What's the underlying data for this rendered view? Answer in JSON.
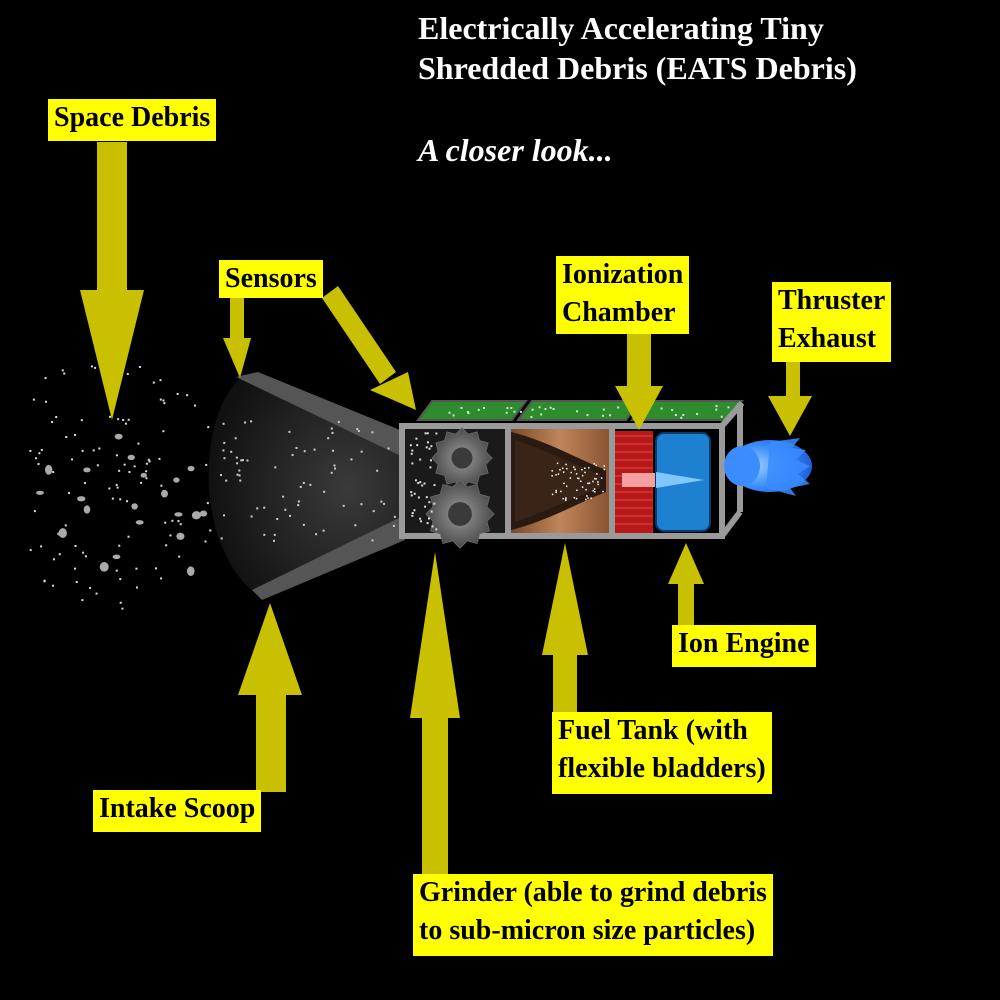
{
  "title": {
    "line1": "Electrically Accelerating Tiny",
    "line2": "Shredded Debris (EATS Debris)"
  },
  "subtitle": "A closer look...",
  "labels": {
    "space_debris": "Space Debris",
    "sensors": "Sensors",
    "ionization_chamber": {
      "line1": "Ionization",
      "line2": "Chamber"
    },
    "thruster_exhaust": {
      "line1": "Thruster",
      "line2": "Exhaust"
    },
    "ion_engine": "Ion Engine",
    "fuel_tank": {
      "line1": "Fuel Tank (with",
      "line2": "flexible bladders)"
    },
    "intake_scoop": "Intake Scoop",
    "grinder": {
      "line1": "Grinder (able to grind debris",
      "line2": "to sub-micron size particles)"
    }
  },
  "colors": {
    "background": "#000000",
    "label_fill": "#ffff00",
    "arrow": "#c8c000",
    "hull": "#9a9a9a",
    "solar_panel": "#2e8b2e",
    "fuel_tank": "#b07040",
    "ionization_chamber": "#cc2020",
    "ion_engine": "#1e80d0",
    "exhaust": "#3a8cff"
  }
}
